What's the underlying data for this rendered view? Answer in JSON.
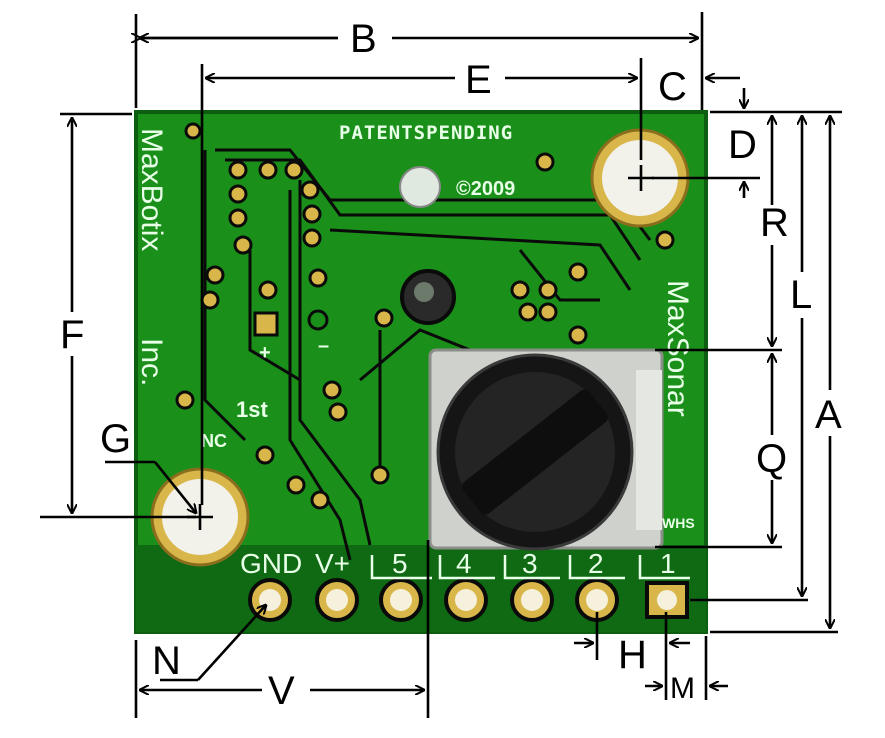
{
  "board": {
    "brand_vertical": "MaxBotix",
    "brand_suffix": "Inc.",
    "model_vertical": "MaxSonar",
    "patent": "PATENTSPENDING",
    "copyright": "©2009",
    "nc": "NC",
    "first_label": "1st",
    "plus": "+",
    "minus": "–",
    "whs": "WHS",
    "pins": [
      "GND",
      "V+",
      "5",
      "4",
      "3",
      "2",
      "1"
    ]
  },
  "dimensions": {
    "A": "A",
    "B": "B",
    "C": "C",
    "D": "D",
    "E": "E",
    "F": "F",
    "G": "G",
    "H": "H",
    "L": "L",
    "M": "M",
    "N": "N",
    "Q": "Q",
    "R": "R",
    "V": "V"
  },
  "colors": {
    "pcb": "#1a8f1a",
    "pcb_dark": "#0e5e12",
    "pad_gold": "#d9b64a",
    "background": "#ffffff",
    "ink": "#000000"
  }
}
